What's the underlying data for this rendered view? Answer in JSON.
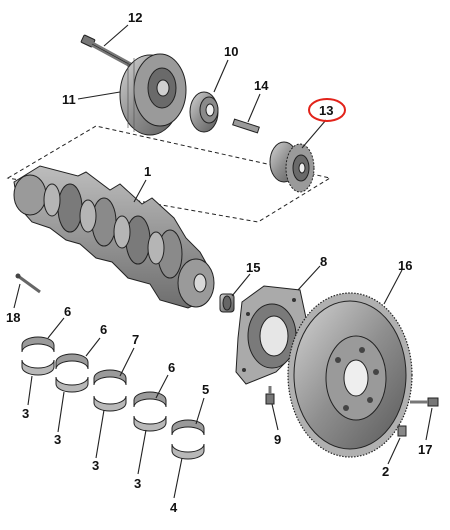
{
  "diagram": {
    "callouts": [
      {
        "id": "c12",
        "text": "12"
      },
      {
        "id": "c10",
        "text": "10"
      },
      {
        "id": "c11",
        "text": "11"
      },
      {
        "id": "c14",
        "text": "14"
      },
      {
        "id": "c13",
        "text": "13",
        "highlighted": true
      },
      {
        "id": "c1",
        "text": "1"
      },
      {
        "id": "c15",
        "text": "15"
      },
      {
        "id": "c8",
        "text": "8"
      },
      {
        "id": "c16",
        "text": "16"
      },
      {
        "id": "c18",
        "text": "18"
      },
      {
        "id": "c6a",
        "text": "6"
      },
      {
        "id": "c6b",
        "text": "6"
      },
      {
        "id": "c7",
        "text": "7"
      },
      {
        "id": "c6c",
        "text": "6"
      },
      {
        "id": "c5",
        "text": "5"
      },
      {
        "id": "c3a",
        "text": "3"
      },
      {
        "id": "c3b",
        "text": "3"
      },
      {
        "id": "c3c",
        "text": "3"
      },
      {
        "id": "c3d",
        "text": "3"
      },
      {
        "id": "c4",
        "text": "4"
      },
      {
        "id": "c9",
        "text": "9"
      },
      {
        "id": "c2",
        "text": "2"
      },
      {
        "id": "c17",
        "text": "17"
      }
    ],
    "colors": {
      "part_fill": "#8c8c8c",
      "part_light": "#c9c9c9",
      "part_dark": "#555555",
      "highlight_ring": "#e2231a",
      "line": "#222222"
    }
  }
}
